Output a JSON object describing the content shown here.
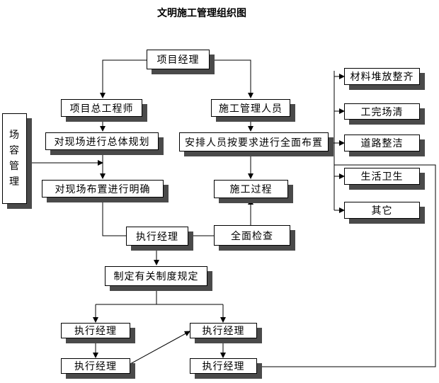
{
  "title": "文明施工管理组织图",
  "nodes": {
    "xmjl": "项目经理",
    "zgcs": "项目总工程师",
    "sggl": "施工管理人员",
    "ztgh": "对现场进行总体规划",
    "aprry": "安排人员按要求进行全面布置",
    "bzmq": "对现场布置进行明确",
    "sggc": "施工过程",
    "zxjl_mid": "执行经理",
    "qmjc": "全面检查",
    "zdzd": "制定有关制度规定",
    "zxjl_l1": "执行经理",
    "zxjl_r1": "执行经理",
    "zxjl_l2": "执行经理",
    "zxjl_r2": "执行经理",
    "clds": "材料堆放整齐",
    "gwcq": "工完场清",
    "dlzj": "道路整洁",
    "shws": "生活卫生",
    "qt": "其它",
    "side": [
      "场",
      "容",
      "管",
      "理"
    ]
  }
}
